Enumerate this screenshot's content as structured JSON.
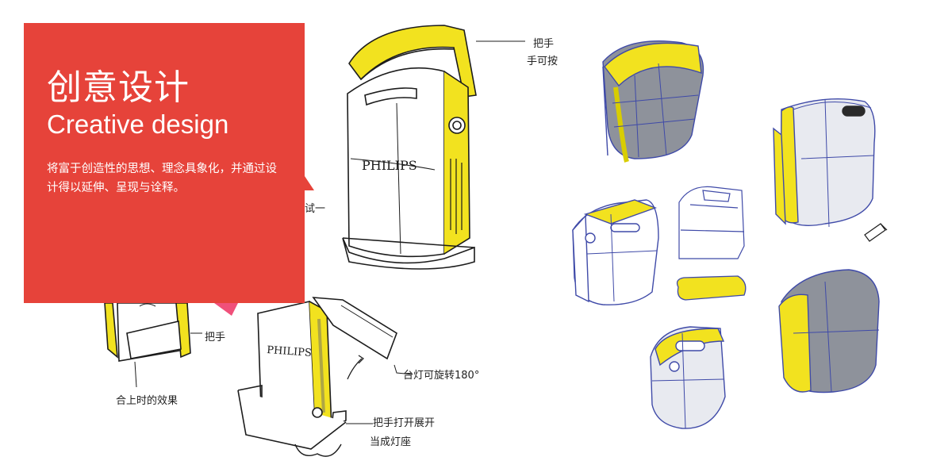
{
  "panel": {
    "title_cn": "创意设计",
    "title_en": "Creative design",
    "description": "将富于创造性的思想、理念具象化，并通过设计得以延伸、呈现与诠释。"
  },
  "sketch": {
    "brand": "PHILIPS",
    "notes": {
      "handle_top_1": "把手",
      "handle_top_2": "手可按",
      "partial_text": "试一",
      "handle_mid": "把手",
      "closed_effect": "合上时的效果",
      "lamp_rotate": "台灯可旋转180°",
      "handle_open_1": "把手打开展开",
      "handle_open_2": "当成灯座"
    }
  },
  "colors": {
    "panel_bg": "#e6433a",
    "accent_yellow": "#f2e21f",
    "ink": "#1c1c1c",
    "marker_blue": "#3f4aa8",
    "marker_gray": "#7d8087"
  }
}
